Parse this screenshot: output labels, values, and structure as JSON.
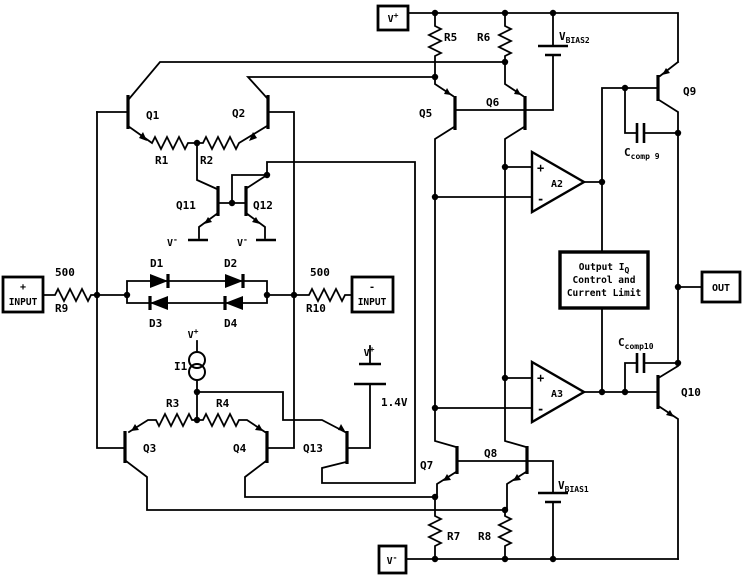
{
  "labels": {
    "q1": "Q1",
    "q2": "Q2",
    "q3": "Q3",
    "q4": "Q4",
    "q5": "Q5",
    "q6": "Q6",
    "q7": "Q7",
    "q8": "Q8",
    "q9": "Q9",
    "q10": "Q10",
    "q11": "Q11",
    "q12": "Q12",
    "q13": "Q13",
    "r1": "R1",
    "r2": "R2",
    "r3": "R3",
    "r4": "R4",
    "r5": "R5",
    "r6": "R6",
    "r7": "R7",
    "r8": "R8",
    "r9": "R9",
    "r10": "R10",
    "r9_value": "500",
    "r10_value": "500",
    "d1": "D1",
    "d2": "D2",
    "d3": "D3",
    "d4": "D4",
    "i1": "I1",
    "a2": "A2",
    "a3": "A3",
    "battery_value": "1.4V",
    "v_base": "V",
    "plus_sup": "+",
    "minus_sup": "-",
    "vbias1_sub": "BIAS1",
    "vbias2_sub": "BIAS2",
    "c_base": "C",
    "ccomp9_sub": "comp 9",
    "ccomp10_sub": "comp10",
    "amp_plus": "+",
    "amp_minus": "-",
    "input_plus_sign": "+",
    "input_minus_sign": "-",
    "input_word": "INPUT",
    "out": "OUT",
    "iq_line1_pre": "Output I",
    "iq_line1_sub": "Q",
    "iq_line2": "Control and",
    "iq_line3": "Current Limit"
  }
}
